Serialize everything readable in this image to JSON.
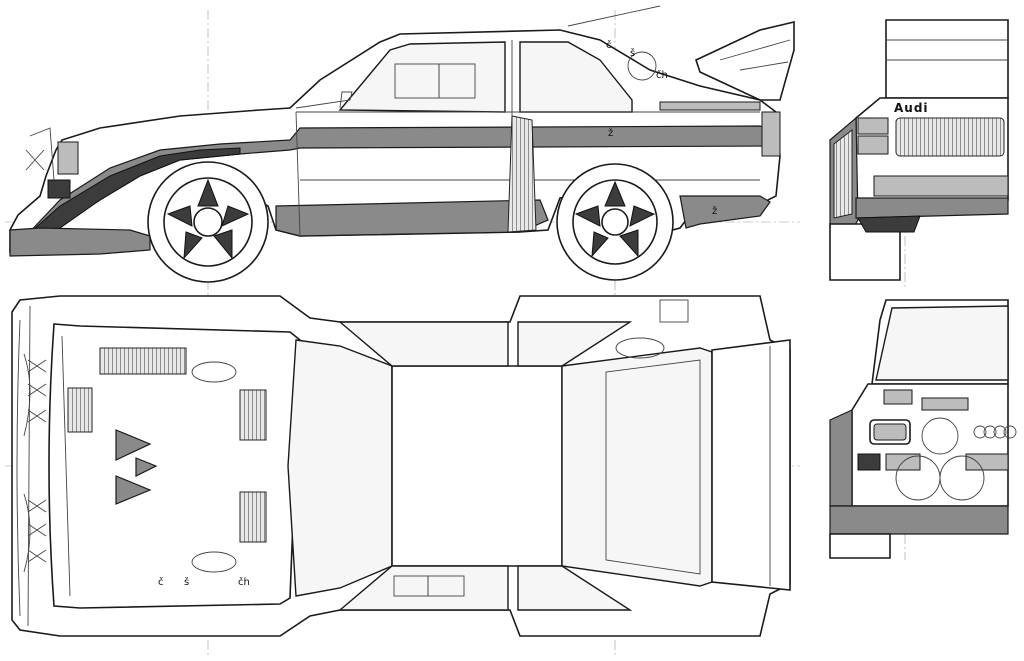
{
  "brand_text": "Audi",
  "markings": [
    "č",
    "š",
    "čh",
    "ž"
  ],
  "colors": {
    "ink": "#1a1a1a",
    "stripe_grey": "#8a8a8a",
    "light_grey": "#bcbcbc",
    "paper": "#ffffff"
  },
  "views": [
    {
      "id": "side",
      "description_name": "side-view"
    },
    {
      "id": "rear",
      "description_name": "rear-view"
    },
    {
      "id": "top",
      "description_name": "top-view"
    },
    {
      "id": "front",
      "description_name": "front-view"
    }
  ]
}
